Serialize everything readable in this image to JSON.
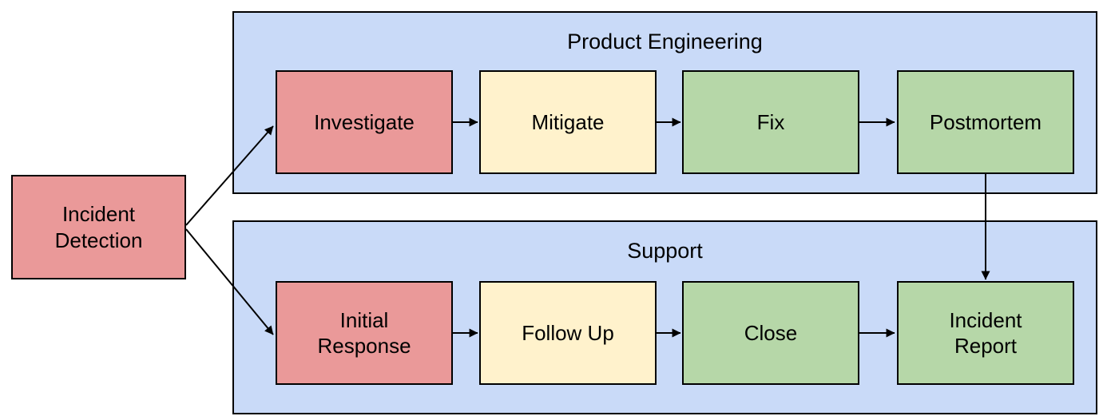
{
  "diagram": {
    "type": "flowchart",
    "colors": {
      "red": "#EA9999",
      "yellow": "#FFF2CC",
      "green": "#B6D7A8",
      "blue": "#C9DAF8",
      "border": "#000000",
      "arrow": "#000000",
      "background": "#FFFFFF",
      "text": "#000000"
    },
    "start_node": {
      "id": "incident-detection",
      "label": "Incident\nDetection",
      "color": "red"
    },
    "lanes": [
      {
        "id": "product-engineering",
        "title": "Product Engineering",
        "color": "blue",
        "nodes": [
          {
            "id": "investigate",
            "label": "Investigate",
            "color": "red"
          },
          {
            "id": "mitigate",
            "label": "Mitigate",
            "color": "yellow"
          },
          {
            "id": "fix",
            "label": "Fix",
            "color": "green"
          },
          {
            "id": "postmortem",
            "label": "Postmortem",
            "color": "green"
          }
        ]
      },
      {
        "id": "support",
        "title": "Support",
        "color": "blue",
        "nodes": [
          {
            "id": "initial-response",
            "label": "Initial\nResponse",
            "color": "red"
          },
          {
            "id": "follow-up",
            "label": "Follow Up",
            "color": "yellow"
          },
          {
            "id": "close",
            "label": "Close",
            "color": "green"
          },
          {
            "id": "incident-report",
            "label": "Incident\nReport",
            "color": "green"
          }
        ]
      }
    ],
    "edges": [
      {
        "from": "incident-detection",
        "to": "investigate"
      },
      {
        "from": "incident-detection",
        "to": "initial-response"
      },
      {
        "from": "investigate",
        "to": "mitigate"
      },
      {
        "from": "mitigate",
        "to": "fix"
      },
      {
        "from": "fix",
        "to": "postmortem"
      },
      {
        "from": "postmortem",
        "to": "incident-report"
      },
      {
        "from": "initial-response",
        "to": "follow-up"
      },
      {
        "from": "follow-up",
        "to": "close"
      },
      {
        "from": "close",
        "to": "incident-report"
      }
    ]
  }
}
